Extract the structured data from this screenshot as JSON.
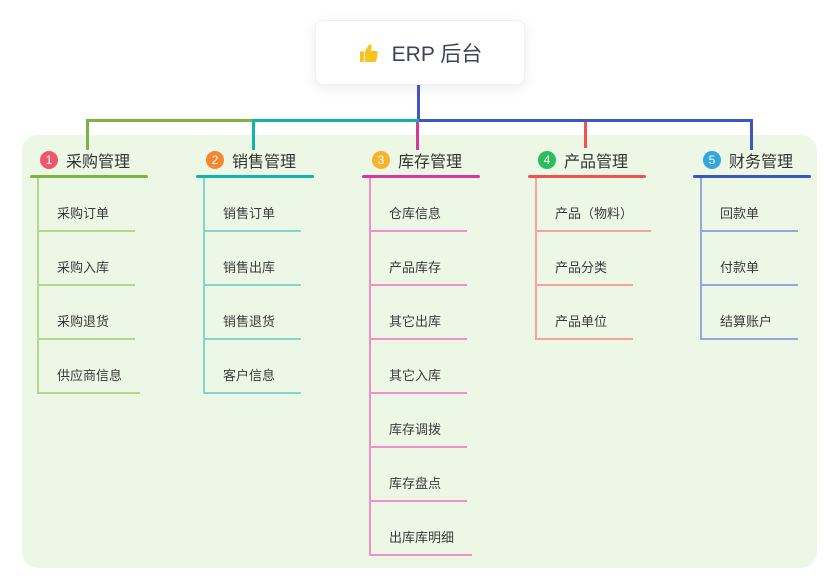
{
  "root": {
    "title": "ERP 后台",
    "icon": "thumbs-up-icon"
  },
  "colors": {
    "panel_bg": "#ecf7e6",
    "root_line": "#4355c4",
    "root_text": "#3d4555",
    "thumb_icon": "#f8c31c"
  },
  "branches": [
    {
      "number": "1",
      "label": "采购管理",
      "badge_color": "#f1566a",
      "line_color": "#7cb342",
      "sub_line_color": "#b3d88c",
      "items": [
        "采购订单",
        "采购入库",
        "采购退货",
        "供应商信息"
      ]
    },
    {
      "number": "2",
      "label": "销售管理",
      "badge_color": "#f6872f",
      "line_color": "#12b5a5",
      "sub_line_color": "#83d6ca",
      "items": [
        "销售订单",
        "销售出库",
        "销售退货",
        "客户信息"
      ]
    },
    {
      "number": "3",
      "label": "库存管理",
      "badge_color": "#f6b42c",
      "line_color": "#d6399b",
      "sub_line_color": "#f090c8",
      "items": [
        "仓库信息",
        "产品库存",
        "其它出库",
        "其它入库",
        "库存调拨",
        "库存盘点",
        "出库库明细"
      ]
    },
    {
      "number": "4",
      "label": "产品管理",
      "badge_color": "#2ebd5e",
      "line_color": "#f2524e",
      "sub_line_color": "#f7a2a0",
      "items": [
        "产品（物料）",
        "产品分类",
        "产品单位"
      ]
    },
    {
      "number": "5",
      "label": "财务管理",
      "badge_color": "#33a6dd",
      "line_color": "#3d56c0",
      "sub_line_color": "#94a5e0",
      "items": [
        "回款单",
        "付款单",
        "结算账户"
      ]
    }
  ]
}
